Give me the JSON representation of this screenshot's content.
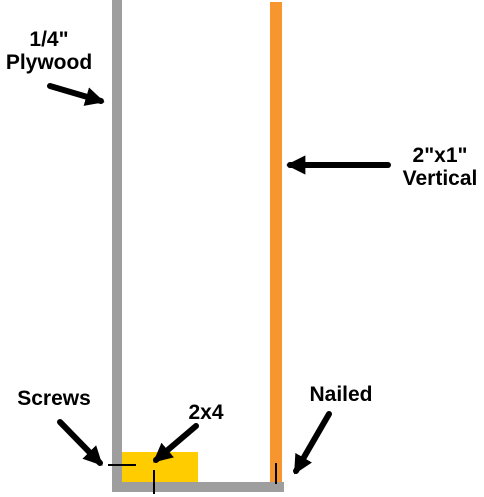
{
  "labels": {
    "plywood": {
      "line1": "1/4\"",
      "line2": "Plywood"
    },
    "vertical": {
      "line1": "2\"x1\"",
      "line2": "Vertical"
    },
    "screws": "Screws",
    "block": "2x4",
    "nailed": "Nailed"
  },
  "colors": {
    "plywood": "#9e9e9e",
    "vertical_board": "#f7952e",
    "block_2x4": "#ffcc00",
    "ink": "#000000",
    "background": "#ffffff"
  },
  "icons": [
    "arrow-icon"
  ]
}
